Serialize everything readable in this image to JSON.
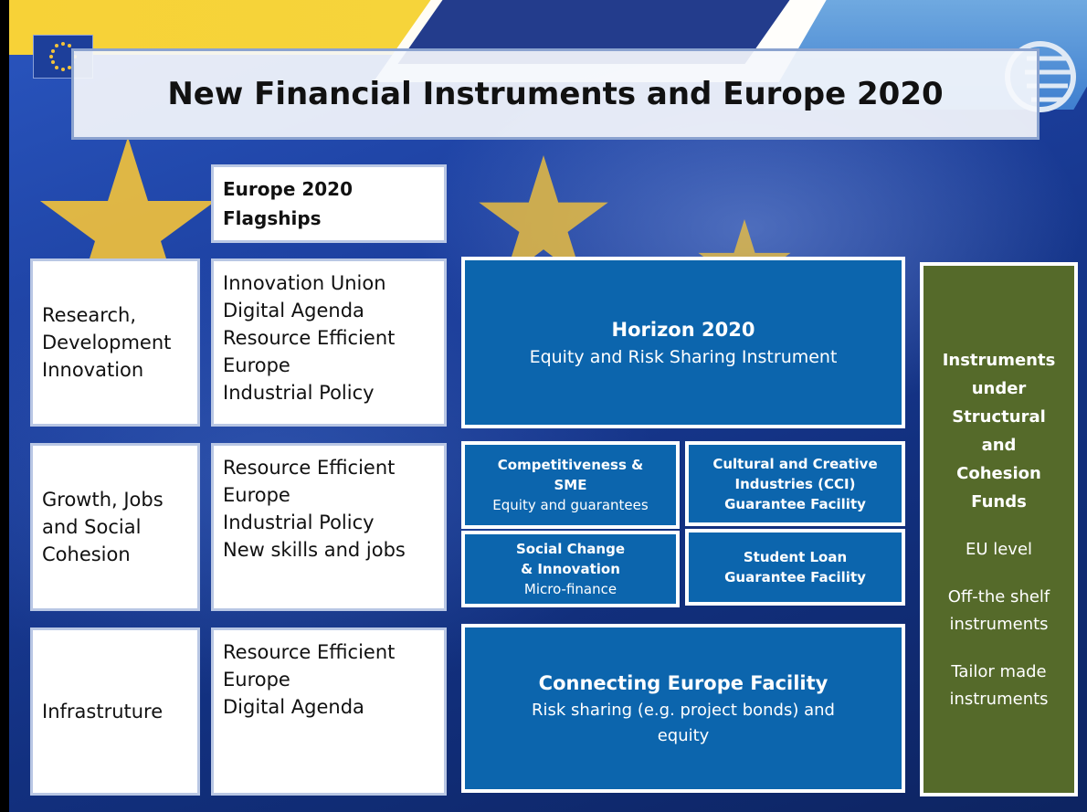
{
  "slide": {
    "title": "New Financial Instruments and Europe 2020"
  },
  "flagships_header": {
    "line1": "Europe 2020",
    "line2": "Flagships"
  },
  "rows": [
    {
      "policy_lines": [
        "Research,",
        "Development",
        "Innovation"
      ],
      "flagship_lines": [
        "Innovation Union",
        "Digital Agenda",
        "Resource Efficient",
        "Europe",
        "Industrial Policy"
      ]
    },
    {
      "policy_lines": [
        "Growth, Jobs",
        "and Social",
        "Cohesion"
      ],
      "flagship_lines": [
        "Resource Efficient",
        "Europe",
        "Industrial Policy",
        "New skills and jobs"
      ]
    },
    {
      "policy_lines": [
        "Infrastruture"
      ],
      "flagship_lines": [
        "Resource Efficient",
        "Europe",
        "Digital Agenda"
      ]
    }
  ],
  "instruments": {
    "horizon": {
      "title": "Horizon 2020",
      "subtitle": "Equity and Risk Sharing Instrument"
    },
    "competitiveness": {
      "title_line1": "Competitiveness &",
      "title_line2": "SME",
      "subtitle": "Equity and guarantees"
    },
    "cci": {
      "title_line1": "Cultural and Creative",
      "title_line2": "Industries (CCI)",
      "title_line3": "Guarantee Facility"
    },
    "social": {
      "title_line1": "Social Change",
      "title_line2": "& Innovation",
      "subtitle": "Micro-finance"
    },
    "student": {
      "title_line1": "Student Loan",
      "title_line2": "Guarantee Facility"
    },
    "cef": {
      "title": "Connecting Europe Facility",
      "subtitle_line1": "Risk sharing (e.g. project bonds) and",
      "subtitle_line2": "equity"
    }
  },
  "structural": {
    "title_lines": [
      "Instruments",
      "under",
      "Structural",
      "and",
      "Cohesion",
      "Funds"
    ],
    "item1": "EU level",
    "item2_lines": [
      "Off-the shelf",
      "instruments"
    ],
    "item3_lines": [
      "Tailor made",
      "instruments"
    ]
  },
  "colors": {
    "instrument_blue": "#0c65ad",
    "structural_green": "#556a2a",
    "background_blue": "#1c3f9e"
  }
}
